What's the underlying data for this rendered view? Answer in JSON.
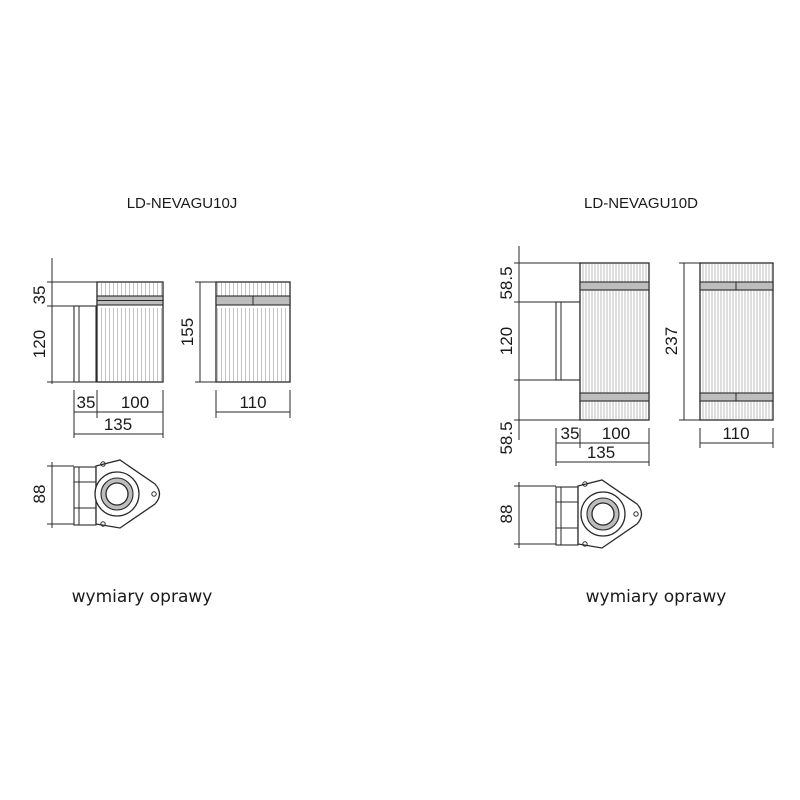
{
  "left": {
    "model": "LD-NEVAGU10J",
    "caption": "wymiary oprawy",
    "dims": {
      "top": "35",
      "middle": "120",
      "total_height": "155",
      "mount_depth": "35",
      "body_width": "100",
      "overall_width": "135",
      "side_width": "110",
      "plan_depth": "88"
    }
  },
  "right": {
    "model": "LD-NEVAGU10D",
    "caption": "wymiary oprawy",
    "dims": {
      "top": "58.5",
      "middle": "120",
      "bottom": "58.5",
      "total_height": "237",
      "mount_depth": "35",
      "body_width": "100",
      "overall_width": "135",
      "side_width": "110",
      "plan_depth": "88"
    }
  },
  "colors": {
    "line": "#2a2a2a",
    "text": "#1a1a1a",
    "band": "#bdbdbd"
  }
}
